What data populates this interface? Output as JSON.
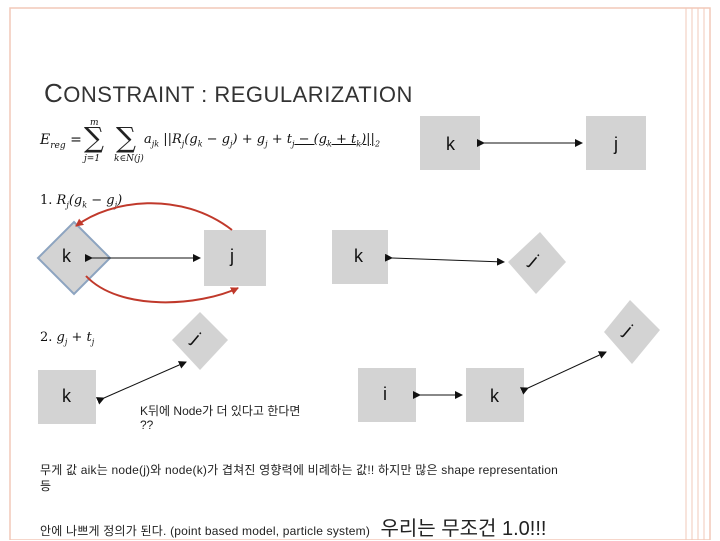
{
  "slide": {
    "title_first": "C",
    "title_rest": "ONSTRAINT : REGULARIZATION",
    "accent_color": "#f2c8b8",
    "node_color": "#d3d3d3",
    "arrow_color": "#c0392b"
  },
  "equation": {
    "lhs": "E",
    "lhs_sub": "reg",
    "equals": "=",
    "sum_top": "m",
    "sum_bottom": "j=1",
    "sum2_bottom": "k∈N(j)",
    "body": "a",
    "body_sub": "jk",
    "norm": "||R",
    "norm_sub": "j",
    "expr": "(g",
    "expr_sub": "k",
    "expr2": " − g",
    "expr2_sub": "j",
    "expr3": ") + g",
    "expr3_sub": "j",
    "expr4": " + t",
    "expr4_sub": "j",
    "expr5": " − (g",
    "expr5_sub": "k",
    "expr6": " + t",
    "expr6_sub": "k",
    "expr7": ")||",
    "expr7_sub": "2"
  },
  "step1": {
    "num": "1.",
    "r": "R",
    "r_sub": "j",
    "open": "(g",
    "gk_sub": "k",
    "minus": " − g",
    "gj_sub": "j",
    "close": ")"
  },
  "step2": {
    "num": "2.",
    "g": "g",
    "g_sub": "j",
    "plus": " + t",
    "t_sub": "j"
  },
  "nodes": {
    "top_k": "k",
    "top_j": "j",
    "mid_left_k": "k",
    "mid_left_j": "j",
    "mid_k": "k",
    "mid_j": "j",
    "low_j_left": "j",
    "low_j_right": "j",
    "bottom_left_k": "k",
    "bottom_i": "i",
    "bottom_k": "k"
  },
  "notes": {
    "question_line1": "K뒤에 Node가 더 있다고 한다면",
    "question_line2": "??",
    "para1_line1": "무게 값 aik는 node(j)와 node(k)가 겹쳐진 영향력에 비례하는 값!! 하지만 많은 shape representation",
    "para1_line2": "등",
    "para2_small": "안에 나쁘게 정의가 된다. (point based model, particle system)",
    "para2_big": "우리는 무조건 1.0!!!"
  }
}
